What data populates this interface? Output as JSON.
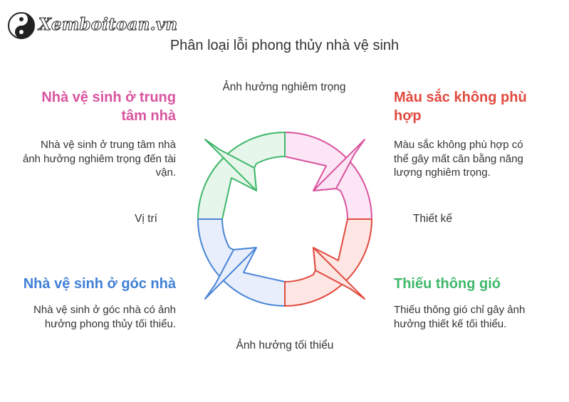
{
  "logo": {
    "text": "Xemboitoan.vn",
    "icon": "yin-yang-icon"
  },
  "title": "Phân loại lỗi phong thủy nhà vệ sinh",
  "axes": {
    "top": "Ảnh hưởng nghiêm trọng",
    "bottom": "Ảnh hưởng tối thiểu",
    "left": "Vị trí",
    "right": "Thiết kế"
  },
  "quadrants": {
    "top_left": {
      "heading": "Nhà vệ sinh ở trung tâm nhà",
      "description": "Nhà vệ sinh ở trung tâm nhà ảnh hưởng nghiêm trọng đến tài vận.",
      "color": "#d9549f",
      "fill": "#e6f6ea",
      "stroke": "#3fb86b"
    },
    "top_right": {
      "heading": "Màu sắc không phù hợp",
      "description": "Màu sắc không phù hợp có thể gây mất cân bằng năng lượng nghiêm trọng.",
      "color": "#e04a3f",
      "fill": "#fce6f5",
      "stroke": "#d9549f"
    },
    "bottom_left": {
      "heading": "Nhà vệ sinh ở góc nhà",
      "description": "Nhà vệ sinh ở góc nhà có ảnh hưởng phong thủy tối thiểu.",
      "color": "#3f7fd6",
      "fill": "#e8eefb",
      "stroke": "#4a86d9"
    },
    "bottom_right": {
      "heading": "Thiếu thông gió",
      "description": "Thiếu thông gió chỉ gây ảnh hưởng thiết kế tối thiểu.",
      "color": "#3fb86b",
      "fill": "#fde6e3",
      "stroke": "#e04a3f"
    }
  }
}
